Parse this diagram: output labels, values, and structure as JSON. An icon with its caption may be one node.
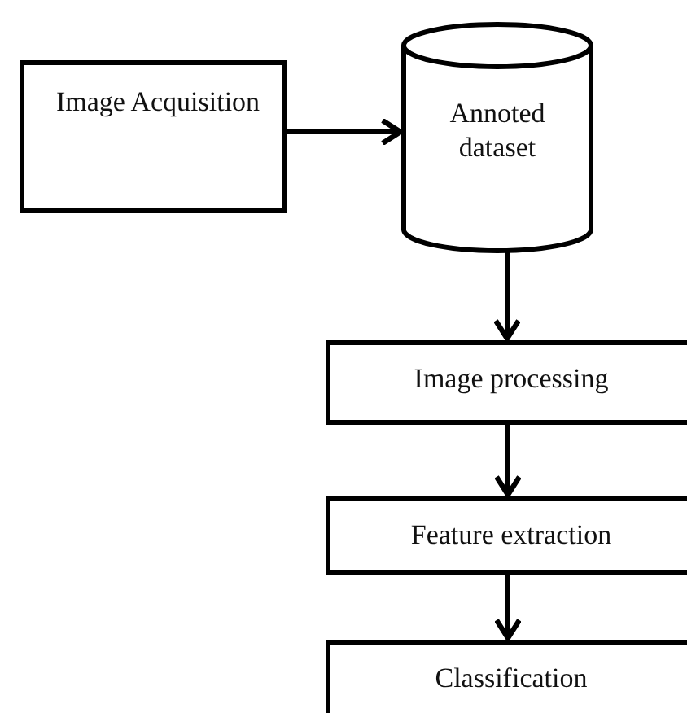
{
  "diagram": {
    "nodes": [
      {
        "text": [
          "Image Acquisition"
        ]
      },
      {
        "text": [
          "Annoted dataset"
        ]
      },
      {
        "text": [
          "Image processing"
        ]
      },
      {
        "text": [
          "Feature extraction"
        ]
      },
      {
        "text": [
          "Classification"
        ]
      }
    ],
    "edges": [
      {
        "from": 0,
        "to": 1,
        "arrow": "to"
      },
      {
        "from": 1,
        "to": 2,
        "arrow": "to"
      },
      {
        "from": 2,
        "to": 3,
        "arrow": "to"
      },
      {
        "from": 3,
        "to": 4,
        "arrow": "to"
      }
    ]
  }
}
